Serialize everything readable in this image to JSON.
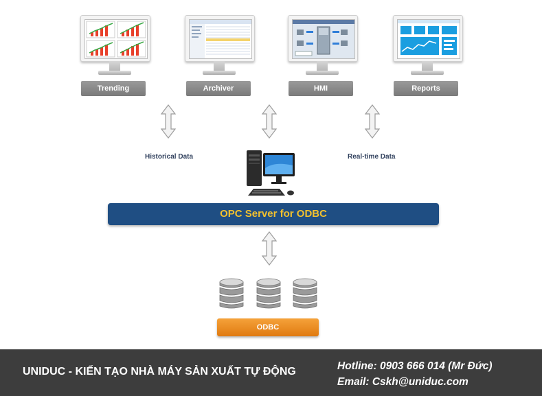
{
  "monitors": [
    {
      "label": "Trending"
    },
    {
      "label": "Archiver"
    },
    {
      "label": "HMI"
    },
    {
      "label": "Reports"
    }
  ],
  "captions": {
    "historical": "Historical Data",
    "realtime": "Real-time Data"
  },
  "server": {
    "title": "OPC  Server for ODBC"
  },
  "database": {
    "label": "ODBC"
  },
  "footer": {
    "company": "UNIDUC - KIẾN TẠO NHÀ MÁY SẢN XUẤT TỰ ĐỘNG",
    "hotline": "Hotline: 0903 666 014 (Mr Đức)",
    "email": "Email: Cskh@uniduc.com"
  },
  "colors": {
    "server_bar": "#1f4e83",
    "server_text": "#f2c12e",
    "odbc_button": "#e88a1f",
    "label_button": "#8a8a8a",
    "footer_bg": "#3d3d3d"
  }
}
